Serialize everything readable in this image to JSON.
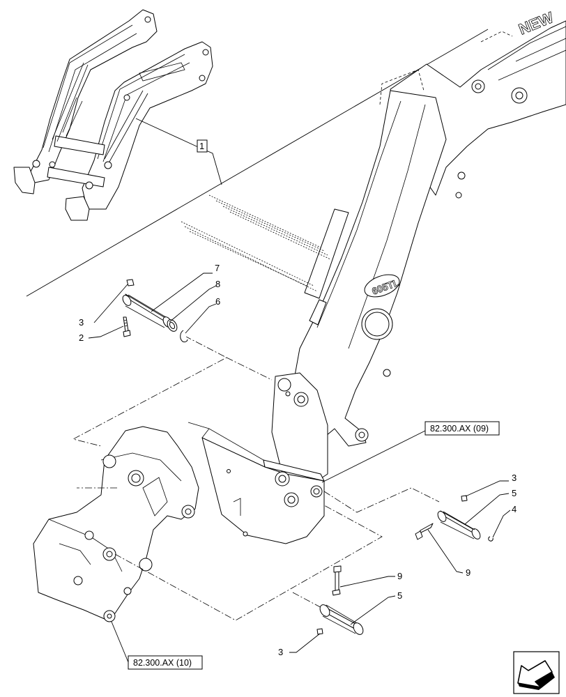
{
  "callouts": {
    "c1": "1",
    "c2": "2",
    "c3a": "3",
    "c6": "6",
    "c7": "7",
    "c8": "8",
    "c3b": "3",
    "c4": "4",
    "c5a": "5",
    "c9a": "9",
    "c9b": "9",
    "c5b": "5",
    "c3c": "3"
  },
  "references": {
    "ref_upper": "82.300.AX (09)",
    "ref_lower": "82.300.AX (10)"
  },
  "loader_labels": {
    "arm_model": "605TL",
    "arm_brand": "NEW"
  },
  "icons": {
    "nav": "next-page-arrow-icon"
  }
}
